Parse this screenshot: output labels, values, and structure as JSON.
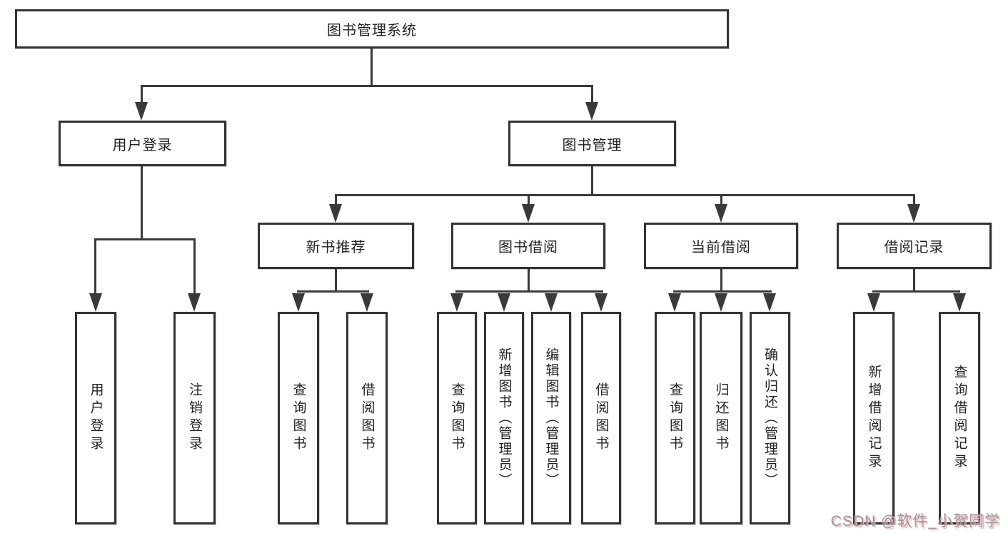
{
  "diagram": {
    "root": {
      "label": "图书管理系统"
    },
    "branches": {
      "user_login": {
        "label": "用户登录",
        "children": [
          {
            "label": "用户登录"
          },
          {
            "label": "注销登录"
          }
        ]
      },
      "book_management": {
        "label": "图书管理",
        "children": [
          {
            "label": "新书推荐",
            "children": [
              {
                "label": "查询图书"
              },
              {
                "label": "借阅图书"
              }
            ]
          },
          {
            "label": "图书借阅",
            "children": [
              {
                "label": "查询图书"
              },
              {
                "label": "新增图书（管理员）"
              },
              {
                "label": "编辑图书（管理员）"
              },
              {
                "label": "借阅图书"
              }
            ]
          },
          {
            "label": "当前借阅",
            "children": [
              {
                "label": "查询图书"
              },
              {
                "label": "归还图书"
              },
              {
                "label": "确认归还（管理员）"
              }
            ]
          },
          {
            "label": "借阅记录",
            "children": [
              {
                "label": "新增借阅记录"
              },
              {
                "label": "查询借阅记录"
              }
            ]
          }
        ]
      }
    }
  },
  "watermark": {
    "text": "CSDN @软件_小贺同学"
  },
  "colors": {
    "line": "#3a3a3a",
    "box_border": "#333333",
    "text": "#222222",
    "watermark_text": "#9a9a9a",
    "watermark_shadow": "#efa9b0",
    "background": "#ffffff"
  }
}
